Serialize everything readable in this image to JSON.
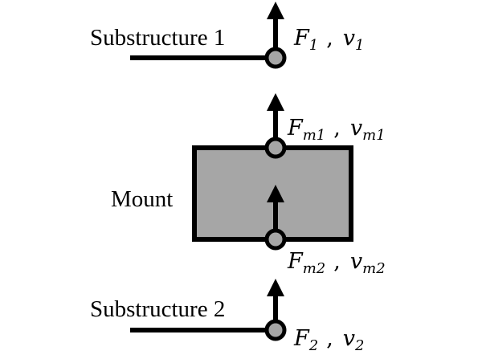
{
  "labels": {
    "substructure1": "Substructure 1",
    "mount": "Mount",
    "substructure2": "Substructure 2"
  },
  "vars": {
    "top": {
      "f": "F",
      "f_sub": "1",
      "sep": ",",
      "v": "v",
      "v_sub": "1"
    },
    "m1": {
      "f": "F",
      "f_sub": "m1",
      "sep": ",",
      "v": "v",
      "v_sub": "m1"
    },
    "m2": {
      "f": "F",
      "f_sub": "m2",
      "sep": ",",
      "v": "v",
      "v_sub": "m2"
    },
    "bot": {
      "f": "F",
      "f_sub": "2",
      "sep": ",",
      "v": "v",
      "v_sub": "2"
    }
  },
  "colors": {
    "stroke": "#000000",
    "node_fill": "#a6a6a6",
    "mount_fill": "#a6a6a6",
    "background": "#ffffff"
  }
}
